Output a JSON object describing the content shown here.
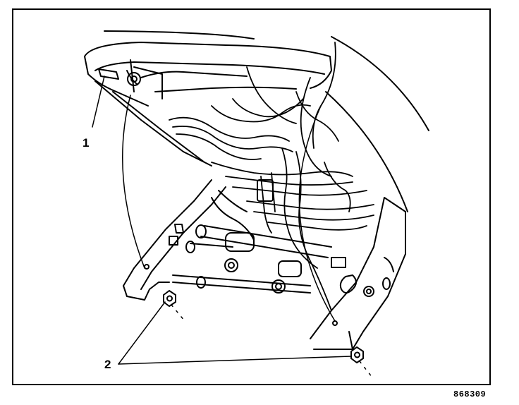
{
  "callouts": {
    "one": "1",
    "two": "2"
  },
  "figure_id": "868309",
  "colors": {
    "ink": "#000000",
    "paper": "#ffffff"
  }
}
